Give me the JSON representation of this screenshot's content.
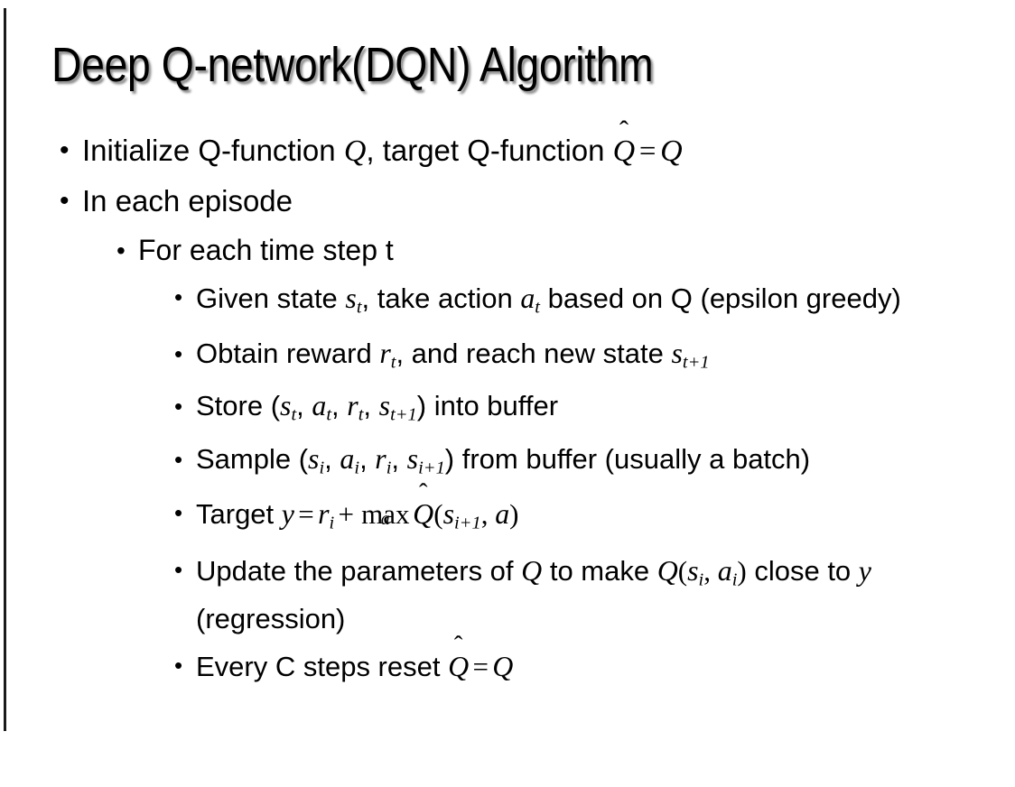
{
  "slide": {
    "title": "Deep Q-network(DQN) Algorithm",
    "background_color": "#ffffff",
    "text_color": "#000000",
    "accent_rule_color": "#1a1a1a",
    "bullet_glyph": "•"
  },
  "content": {
    "b1": {
      "level": 1,
      "pre": "Initialize Q-function ",
      "q1": "Q",
      "mid": ", target Q-function ",
      "qhat": "Q",
      "hat": "̂",
      "eq": "=",
      "q2": "Q",
      "plain": "Initialize Q-function Q, target Q-function Q̂ = Q"
    },
    "b2": {
      "level": 1,
      "text": "In each episode"
    },
    "b3": {
      "level": 2,
      "text": "For each time step t"
    },
    "b4": {
      "level": 3,
      "pre": "Given state ",
      "s": "s",
      "s_sub": "t",
      "mid": ", take action ",
      "a": "a",
      "a_sub": "t",
      "post": " based on Q (epsilon greedy)",
      "plain": "Given state s_t, take action a_t based on Q (epsilon greedy)"
    },
    "b5": {
      "level": 3,
      "pre": "Obtain reward ",
      "r": "r",
      "r_sub": "t",
      "mid": ", and reach new state ",
      "s": "s",
      "s_sub": "t+1",
      "plain": "Obtain reward r_t, and reach new state s_{t+1}"
    },
    "b6": {
      "level": 3,
      "pre": "Store (",
      "s1": "s",
      "s1_sub": "t",
      "sep1": ", ",
      "a1": "a",
      "a1_sub": "t",
      "sep2": ", ",
      "r1": "r",
      "r1_sub": "t",
      "sep3": ", ",
      "s2": "s",
      "s2_sub": "t+1",
      "post": ") into buffer",
      "plain": "Store (s_t, a_t, r_t, s_{t+1}) into buffer"
    },
    "b7": {
      "level": 3,
      "pre": "Sample (",
      "s1": "s",
      "s1_sub": "i",
      "sep1": ", ",
      "a1": "a",
      "a1_sub": "i",
      "sep2": ", ",
      "r1": "r",
      "r1_sub": "i",
      "sep3": ", ",
      "s2": "s",
      "s2_sub": "i+1",
      "post": ") from buffer (usually a batch)",
      "plain": "Sample (s_i, a_i, r_i, s_{i+1}) from buffer (usually a batch)"
    },
    "b8": {
      "level": 3,
      "pre": "Target ",
      "y": "y",
      "eq": "=",
      "r": "r",
      "r_sub": "i",
      "plus": "+",
      "max": "max",
      "max_sub": "a",
      "qhat": "Q",
      "hat": "̂",
      "open": "(",
      "s": "s",
      "s_sub": "i+1",
      "comma": ", ",
      "a": "a",
      "close": ")",
      "plain": "Target y = r_i + max_a Q̂(s_{i+1}, a)"
    },
    "b9": {
      "level": 3,
      "pre": "Update the parameters of ",
      "q1": "Q",
      "mid": " to make ",
      "q2": "Q",
      "open": "(",
      "s": "s",
      "s_sub": "i",
      "comma": ", ",
      "a": "a",
      "a_sub": "i",
      "close": ")",
      "post": " close to ",
      "y": "y",
      "tail": " (regression)",
      "plain": "Update the parameters of Q to make Q(s_i, a_i) close to y (regression)"
    },
    "b10": {
      "level": 3,
      "pre": "Every C steps reset ",
      "qhat": "Q",
      "hat": "̂",
      "eq": "=",
      "q2": "Q",
      "plain": "Every C steps reset Q̂ = Q"
    }
  }
}
